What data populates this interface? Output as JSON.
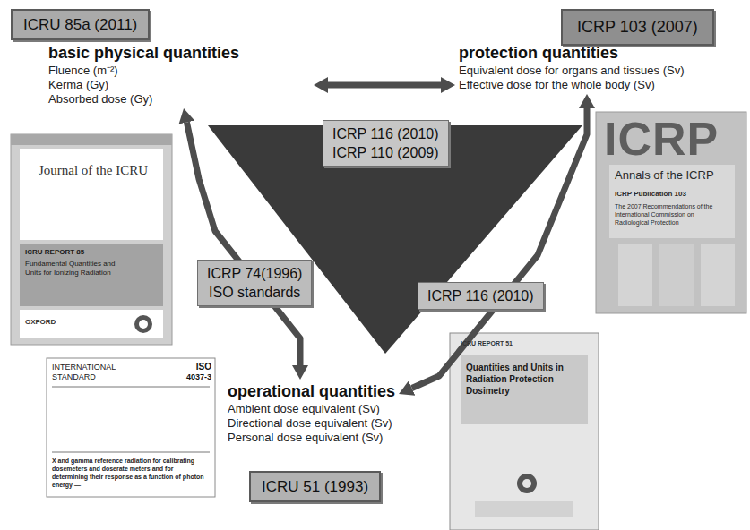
{
  "diagram": {
    "nodes": [
      {
        "text": [
          "ICRU 85a (2011)"
        ]
      },
      {
        "text": [
          "ICRP 103 (2007)"
        ]
      },
      {
        "text": [
          "basic physical quantities",
          "Fluence (m⁻²)",
          "Kerma (Gy)",
          "Absorbed dose (Gy)"
        ]
      },
      {
        "text": [
          "protection quantities",
          "Equivalent dose for organs and tissues (Sv)",
          "Effective dose for the whole body (Sv)"
        ]
      },
      {
        "text": [
          "ICRP 116 (2010)",
          "ICRP 110 (2009)"
        ]
      },
      {
        "text": [
          "ICRP 74(1996)",
          "ISO standards"
        ]
      },
      {
        "text": [
          "ICRP 116 (2010)"
        ]
      },
      {
        "text": [
          "operational quantities",
          "Ambient dose equivalent (Sv)",
          "Directional dose equivalent (Sv)",
          "Personal dose equivalent (Sv)"
        ]
      },
      {
        "text": [
          "ICRU 51 (1993)"
        ]
      }
    ],
    "edges": [
      {
        "from": 2,
        "to": 3,
        "arrow": "both"
      },
      {
        "from": 2,
        "to": 7,
        "arrow": "both"
      },
      {
        "from": 3,
        "to": 7,
        "arrow": "both"
      }
    ],
    "labels": [
      "Journal of the ICRU",
      "ICRU REPORT 85",
      "Fundamental Quantities and Units for Ionizing Radiation",
      "OXFORD",
      "ICRP",
      "Annals of the ICRP",
      "ICRP Publication 103",
      "The 2007 Recommendations of the International Commission on Radiological Protection",
      "INTERNATIONAL STANDARD",
      "ISO",
      "4037-3",
      "X and gamma reference radiation for calibrating dosemeters and doserate meters and for determining their response as a function of photon energy —",
      "ICRU REPORT 51",
      "Quantities and Units in Radiation Protection Dosimetry"
    ]
  }
}
